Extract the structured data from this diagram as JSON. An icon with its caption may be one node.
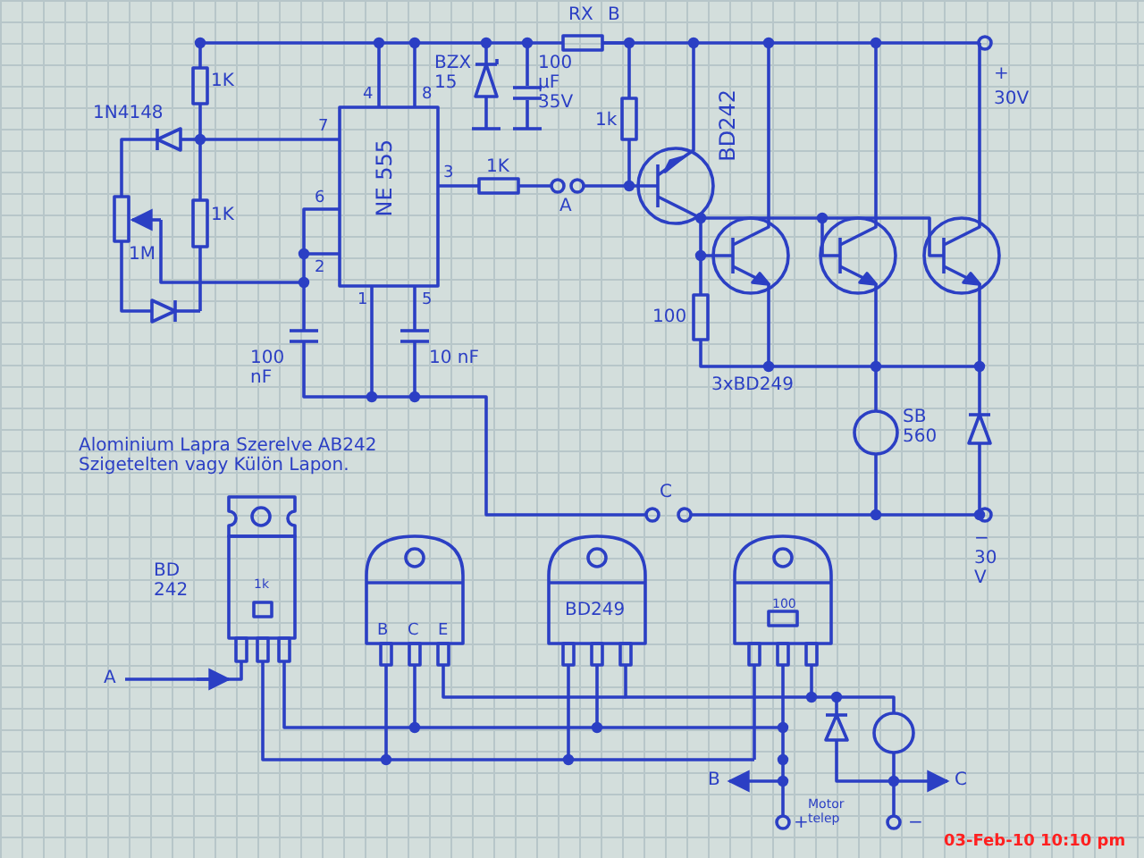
{
  "diagram": {
    "labels": [
      "RX",
      "B",
      "BZX 15",
      "100 µF 35V",
      "1K",
      "1N4148",
      "4",
      "8",
      "7",
      "1K",
      "6",
      "1M",
      "2",
      "NE 555",
      "3",
      "1K",
      "A",
      "1k",
      "BD242",
      "+",
      "30V",
      "1",
      "5",
      "100 nF",
      "10 nF",
      "100",
      "3xBD249",
      "SB 560",
      "C",
      "− 30 V",
      "Alominium Lapra Szerelve AB242 Szigetelten vagy Külön Lapon.",
      "BD 242",
      "1k",
      "B",
      "C",
      "E",
      "BD249",
      "100",
      "A",
      "B",
      "+",
      "Motor telep",
      "C",
      "−",
      "03-Feb-10 10:10 pm"
    ]
  }
}
